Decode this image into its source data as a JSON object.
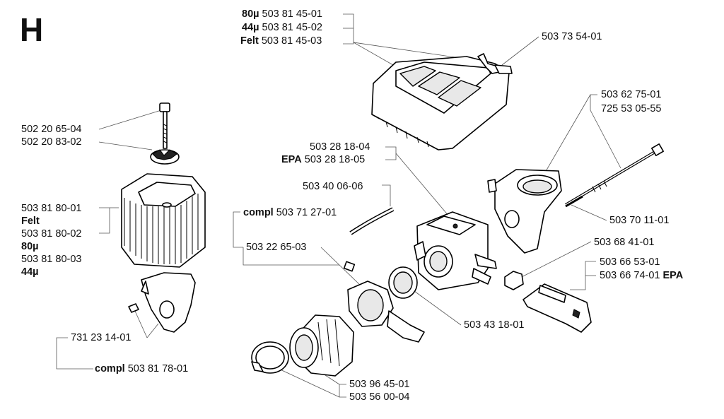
{
  "section_letter": "H",
  "labels": {
    "l80u_a_prefix": "80µ",
    "l80u_a_num": "503 81 45-01",
    "l44u_a_prefix": "44µ",
    "l44u_a_num": "503 81 45-02",
    "lfelt_a_prefix": "Felt",
    "lfelt_a_num": "503 81 45-03",
    "p503735401": "503 73 54-01",
    "p503627501": "503 62 75-01",
    "p725530555": "725 53 05-55",
    "p502206504": "502 20 65-04",
    "p502208302": "502 20 83-02",
    "p503281804": "503 28 18-04",
    "epa_b_prefix": "EPA",
    "epa_b_num": "503 28 18-05",
    "p503400606": "503 40 06-06",
    "p503818001": "503 81 80-01",
    "felt_b": "Felt",
    "p503818002": "503 81 80-02",
    "u80_b": "80µ",
    "p503818003": "503 81 80-03",
    "u44_b": "44µ",
    "compl_a_prefix": "compl",
    "compl_a_num": "503 71 27-01",
    "p503701101": "503 70 11-01",
    "p503226503": "503 22 65-03",
    "p503684101": "503 68 41-01",
    "p503665301": "503 66 53-01",
    "p503667401_num": "503 66 74-01",
    "p503667401_suffix": "EPA",
    "p503431801": "503 43 18-01",
    "p731231401": "731 23 14-01",
    "compl_b_prefix": "compl",
    "compl_b_num": "503 81 78-01",
    "p503964501": "503 96 45-01",
    "p503560004": "503 56 00-04"
  }
}
